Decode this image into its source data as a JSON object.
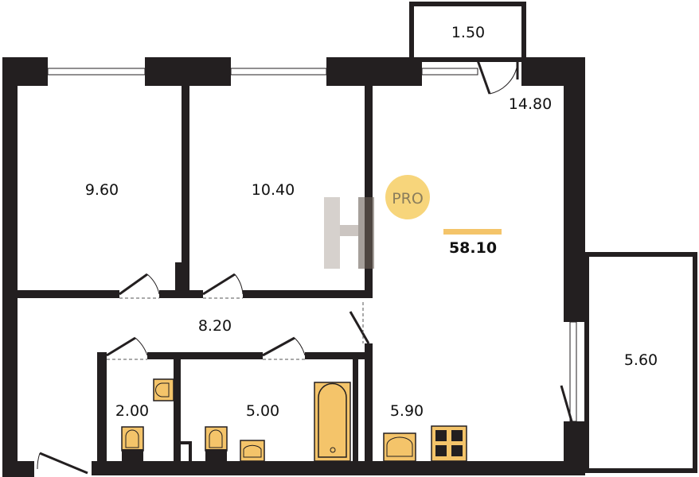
{
  "rooms": {
    "balcony_top": "1.50",
    "kitchen_living": "14.80",
    "bedroom_1": "9.60",
    "bedroom_2": "10.40",
    "hall": "8.20",
    "wc": "2.00",
    "bathroom": "5.00",
    "kitchen": "5.90",
    "balcony_right": "5.60"
  },
  "total_area": "58.10",
  "badge": "PRO",
  "colors": {
    "wall": "#231f20",
    "fixture": "#f4c46a",
    "accent": "#f4c46a"
  }
}
